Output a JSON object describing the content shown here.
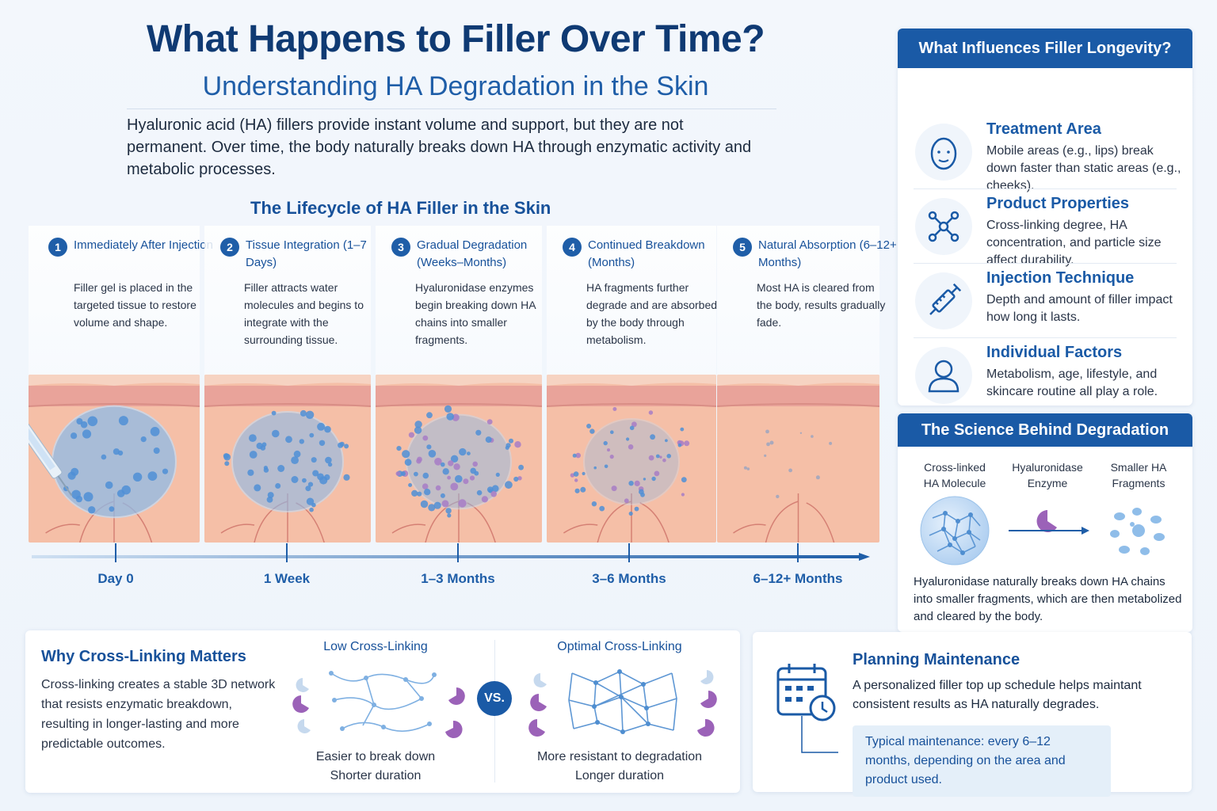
{
  "header": {
    "title": "What Happens to Filler Over Time?",
    "subtitle": "Understanding HA Degradation in the Skin",
    "intro": "Hyaluronic acid (HA) fillers provide instant volume and support, but they are not permanent. Over time, the body naturally breaks down HA through enzymatic activity and metabolic processes."
  },
  "lifecycle": {
    "title": "The Lifecycle of HA Filler in the Skin",
    "stages": [
      {
        "num": "1",
        "title": "Immediately After Injection",
        "desc": "Filler gel is placed in the targeted tissue to restore volume and shape.",
        "time": "Day 0"
      },
      {
        "num": "2",
        "title": "Tissue Integration (1–7 Days)",
        "desc": "Filler attracts water molecules and begins to integrate with the surrounding tissue.",
        "time": "1 Week"
      },
      {
        "num": "3",
        "title": "Gradual Degradation (Weeks–Months)",
        "desc": "Hyaluronidase enzymes begin breaking down HA chains into smaller fragments.",
        "time": "1–3 Months"
      },
      {
        "num": "4",
        "title": "Continued Breakdown (Months)",
        "desc": "HA fragments further degrade and are absorbed by the body through metabolism.",
        "time": "3–6 Months"
      },
      {
        "num": "5",
        "title": "Natural Absorption (6–12+ Months)",
        "desc": "Most HA is cleared from the body, results gradually fade.",
        "time": "6–12+ Months"
      }
    ]
  },
  "influences": {
    "title": "What Influences Filler Longevity?",
    "items": [
      {
        "title": "Treatment Area",
        "desc": "Mobile areas (e.g., lips) break down faster than static areas (e.g., cheeks).",
        "icon": "face-icon"
      },
      {
        "title": "Product Properties",
        "desc": "Cross-linking degree, HA concentration, and particle size affect durability.",
        "icon": "molecule-icon"
      },
      {
        "title": "Injection Technique",
        "desc": "Depth and amount of filler impact how long it lasts.",
        "icon": "syringe-icon"
      },
      {
        "title": "Individual Factors",
        "desc": "Metabolism, age, lifestyle, and skincare routine all play a role.",
        "icon": "person-icon"
      }
    ]
  },
  "science": {
    "title": "The Science Behind Degradation",
    "molecule_label": "Cross-linked HA Molecule",
    "enzyme_label": "Hyaluronidase Enzyme",
    "fragments_label": "Smaller HA Fragments",
    "desc": "Hyaluronidase naturally breaks down HA chains into smaller fragments, which are then metabolized and cleared by the body."
  },
  "crosslinking": {
    "title": "Why Cross-Linking Matters",
    "desc": "Cross-linking creates a stable 3D network that resists enzymatic breakdown, resulting in longer-lasting and more predictable outcomes.",
    "low_title": "Low Cross-Linking",
    "low_caption_1": "Easier to break down",
    "low_caption_2": "Shorter duration",
    "vs": "VS.",
    "opt_title": "Optimal Cross-Linking",
    "opt_caption_1": "More resistant to degradation",
    "opt_caption_2": "Longer duration"
  },
  "maintenance": {
    "title": "Planning Maintenance",
    "desc": "A personalized filler top up schedule helps maintant consistent results as HA naturally degrades.",
    "note": "Typical maintenance: every 6–12 months, depending on the area and product used."
  },
  "colors": {
    "primary": "#1a5aa6",
    "title": "#0f3a73",
    "skin": "#f3b59c",
    "gel": "#8fbbe8",
    "enzyme": "#9b62b8"
  }
}
